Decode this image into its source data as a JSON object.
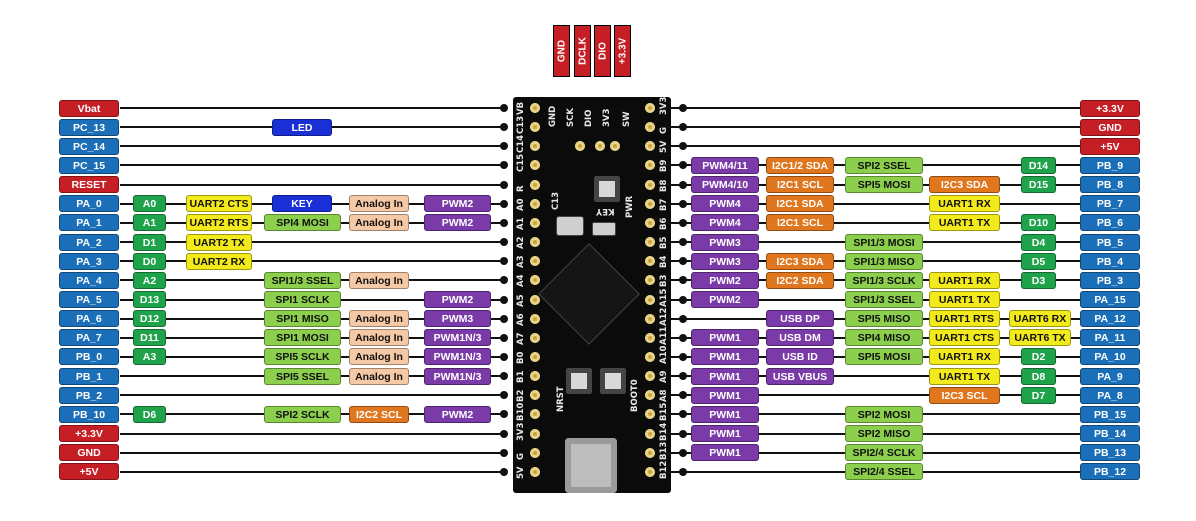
{
  "top_header": [
    "GND",
    "DCLK",
    "DIO",
    "+3.3V"
  ],
  "left_rows": [
    {
      "pin": "Vbat",
      "pin_color": "red",
      "labels": []
    },
    {
      "pin": "PC_13",
      "pin_color": "blue",
      "labels": [
        {
          "text": "LED",
          "color": "navy",
          "col": 3
        }
      ]
    },
    {
      "pin": "PC_14",
      "pin_color": "blue",
      "labels": []
    },
    {
      "pin": "PC_15",
      "pin_color": "blue",
      "labels": []
    },
    {
      "pin": "RESET",
      "pin_color": "red",
      "labels": []
    },
    {
      "pin": "PA_0",
      "pin_color": "blue",
      "labels": [
        {
          "text": "A0",
          "color": "green",
          "col": 1
        },
        {
          "text": "UART2 CTS",
          "color": "yellow",
          "col": 2
        },
        {
          "text": "KEY",
          "color": "navy",
          "col": 3
        },
        {
          "text": "Analog In",
          "color": "peach",
          "col": 4
        },
        {
          "text": "PWM2",
          "color": "purple",
          "col": 5
        }
      ]
    },
    {
      "pin": "PA_1",
      "pin_color": "blue",
      "labels": [
        {
          "text": "A1",
          "color": "green",
          "col": 1
        },
        {
          "text": "UART2 RTS",
          "color": "yellow",
          "col": 2
        },
        {
          "text": "SPI4 MOSI",
          "color": "lime",
          "col": 3
        },
        {
          "text": "Analog In",
          "color": "peach",
          "col": 4
        },
        {
          "text": "PWM2",
          "color": "purple",
          "col": 5
        }
      ]
    },
    {
      "pin": "PA_2",
      "pin_color": "blue",
      "labels": [
        {
          "text": "D1",
          "color": "green",
          "col": 1
        },
        {
          "text": "UART2 TX",
          "color": "yellow",
          "col": 2
        }
      ]
    },
    {
      "pin": "PA_3",
      "pin_color": "blue",
      "labels": [
        {
          "text": "D0",
          "color": "green",
          "col": 1
        },
        {
          "text": "UART2 RX",
          "color": "yellow",
          "col": 2
        }
      ]
    },
    {
      "pin": "PA_4",
      "pin_color": "blue",
      "labels": [
        {
          "text": "A2",
          "color": "green",
          "col": 1
        },
        {
          "text": "SPI1/3 SSEL",
          "color": "lime",
          "col": 3
        },
        {
          "text": "Analog In",
          "color": "peach",
          "col": 4
        }
      ]
    },
    {
      "pin": "PA_5",
      "pin_color": "blue",
      "labels": [
        {
          "text": "D13",
          "color": "green",
          "col": 1
        },
        {
          "text": "SPI1 SCLK",
          "color": "lime",
          "col": 3
        },
        {
          "text": "PWM2",
          "color": "purple",
          "col": 5
        }
      ]
    },
    {
      "pin": "PA_6",
      "pin_color": "blue",
      "labels": [
        {
          "text": "D12",
          "color": "green",
          "col": 1
        },
        {
          "text": "SPI1 MISO",
          "color": "lime",
          "col": 3
        },
        {
          "text": "Analog In",
          "color": "peach",
          "col": 4
        },
        {
          "text": "PWM3",
          "color": "purple",
          "col": 5
        }
      ]
    },
    {
      "pin": "PA_7",
      "pin_color": "blue",
      "labels": [
        {
          "text": "D11",
          "color": "green",
          "col": 1
        },
        {
          "text": "SPI1 MOSI",
          "color": "lime",
          "col": 3
        },
        {
          "text": "Analog In",
          "color": "peach",
          "col": 4
        },
        {
          "text": "PWM1N/3",
          "color": "purple",
          "col": 5
        }
      ]
    },
    {
      "pin": "PB_0",
      "pin_color": "blue",
      "labels": [
        {
          "text": "A3",
          "color": "green",
          "col": 1
        },
        {
          "text": "SPI5 SCLK",
          "color": "lime",
          "col": 3
        },
        {
          "text": "Analog In",
          "color": "peach",
          "col": 4
        },
        {
          "text": "PWM1N/3",
          "color": "purple",
          "col": 5
        }
      ]
    },
    {
      "pin": "PB_1",
      "pin_color": "blue",
      "labels": [
        {
          "text": "SPI5 SSEL",
          "color": "lime",
          "col": 3
        },
        {
          "text": "Analog In",
          "color": "peach",
          "col": 4
        },
        {
          "text": "PWM1N/3",
          "color": "purple",
          "col": 5
        }
      ]
    },
    {
      "pin": "PB_2",
      "pin_color": "blue",
      "labels": []
    },
    {
      "pin": "PB_10",
      "pin_color": "blue",
      "labels": [
        {
          "text": "D6",
          "color": "green",
          "col": 1
        },
        {
          "text": "SPI2 SCLK",
          "color": "lime",
          "col": 3
        },
        {
          "text": "I2C2 SCL",
          "color": "orange",
          "col": 4
        },
        {
          "text": "PWM2",
          "color": "purple",
          "col": 5
        }
      ]
    },
    {
      "pin": "+3.3V",
      "pin_color": "red",
      "labels": []
    },
    {
      "pin": "GND",
      "pin_color": "red",
      "labels": []
    },
    {
      "pin": "+5V",
      "pin_color": "red",
      "labels": []
    }
  ],
  "right_rows": [
    {
      "pin": "+3.3V",
      "pin_color": "red",
      "labels": []
    },
    {
      "pin": "GND",
      "pin_color": "red",
      "labels": []
    },
    {
      "pin": "+5V",
      "pin_color": "red",
      "labels": []
    },
    {
      "pin": "PB_9",
      "pin_color": "blue",
      "labels": [
        {
          "text": "PWM4/11",
          "color": "purple",
          "col": 1
        },
        {
          "text": "I2C1/2 SDA",
          "color": "orange",
          "col": 2
        },
        {
          "text": "SPI2 SSEL",
          "color": "lime",
          "col": 3
        },
        {
          "text": "D14",
          "color": "green",
          "col": 6
        }
      ]
    },
    {
      "pin": "PB_8",
      "pin_color": "blue",
      "labels": [
        {
          "text": "PWM4/10",
          "color": "purple",
          "col": 1
        },
        {
          "text": "I2C1 SCL",
          "color": "orange",
          "col": 2
        },
        {
          "text": "SPI5 MOSI",
          "color": "lime",
          "col": 3
        },
        {
          "text": "I2C3 SDA",
          "color": "orange",
          "col": 4
        },
        {
          "text": "D15",
          "color": "green",
          "col": 6
        }
      ]
    },
    {
      "pin": "PB_7",
      "pin_color": "blue",
      "labels": [
        {
          "text": "PWM4",
          "color": "purple",
          "col": 1
        },
        {
          "text": "I2C1 SDA",
          "color": "orange",
          "col": 2
        },
        {
          "text": "UART1 RX",
          "color": "yellow",
          "col": 4
        }
      ]
    },
    {
      "pin": "PB_6",
      "pin_color": "blue",
      "labels": [
        {
          "text": "PWM4",
          "color": "purple",
          "col": 1
        },
        {
          "text": "I2C1 SCL",
          "color": "orange",
          "col": 2
        },
        {
          "text": "UART1 TX",
          "color": "yellow",
          "col": 4
        },
        {
          "text": "D10",
          "color": "green",
          "col": 6
        }
      ]
    },
    {
      "pin": "PB_5",
      "pin_color": "blue",
      "labels": [
        {
          "text": "PWM3",
          "color": "purple",
          "col": 1
        },
        {
          "text": "SPI1/3 MOSI",
          "color": "lime",
          "col": 3
        },
        {
          "text": "D4",
          "color": "green",
          "col": 6
        }
      ]
    },
    {
      "pin": "PB_4",
      "pin_color": "blue",
      "labels": [
        {
          "text": "PWM3",
          "color": "purple",
          "col": 1
        },
        {
          "text": "I2C3 SDA",
          "color": "orange",
          "col": 2
        },
        {
          "text": "SPI1/3 MISO",
          "color": "lime",
          "col": 3
        },
        {
          "text": "D5",
          "color": "green",
          "col": 6
        }
      ]
    },
    {
      "pin": "PB_3",
      "pin_color": "blue",
      "labels": [
        {
          "text": "PWM2",
          "color": "purple",
          "col": 1
        },
        {
          "text": "I2C2 SDA",
          "color": "orange",
          "col": 2
        },
        {
          "text": "SPI1/3 SCLK",
          "color": "lime",
          "col": 3
        },
        {
          "text": "UART1 RX",
          "color": "yellow",
          "col": 4
        },
        {
          "text": "D3",
          "color": "green",
          "col": 6
        }
      ]
    },
    {
      "pin": "PA_15",
      "pin_color": "blue",
      "labels": [
        {
          "text": "PWM2",
          "color": "purple",
          "col": 1
        },
        {
          "text": "SPI1/3 SSEL",
          "color": "lime",
          "col": 3
        },
        {
          "text": "UART1 TX",
          "color": "yellow",
          "col": 4
        }
      ]
    },
    {
      "pin": "PA_12",
      "pin_color": "blue",
      "labels": [
        {
          "text": "USB DP",
          "color": "purple",
          "col": 2
        },
        {
          "text": "SPI5 MISO",
          "color": "lime",
          "col": 3
        },
        {
          "text": "UART1 RTS",
          "color": "yellow",
          "col": 4
        },
        {
          "text": "UART6 RX",
          "color": "yellow",
          "col": 5
        }
      ]
    },
    {
      "pin": "PA_11",
      "pin_color": "blue",
      "labels": [
        {
          "text": "PWM1",
          "color": "purple",
          "col": 1
        },
        {
          "text": "USB DM",
          "color": "purple",
          "col": 2
        },
        {
          "text": "SPI4 MISO",
          "color": "lime",
          "col": 3
        },
        {
          "text": "UART1 CTS",
          "color": "yellow",
          "col": 4
        },
        {
          "text": "UART6 TX",
          "color": "yellow",
          "col": 5
        }
      ]
    },
    {
      "pin": "PA_10",
      "pin_color": "blue",
      "labels": [
        {
          "text": "PWM1",
          "color": "purple",
          "col": 1
        },
        {
          "text": "USB ID",
          "color": "purple",
          "col": 2
        },
        {
          "text": "SPI5 MOSI",
          "color": "lime",
          "col": 3
        },
        {
          "text": "UART1 RX",
          "color": "yellow",
          "col": 4
        },
        {
          "text": "D2",
          "color": "green",
          "col": 6
        }
      ]
    },
    {
      "pin": "PA_9",
      "pin_color": "blue",
      "labels": [
        {
          "text": "PWM1",
          "color": "purple",
          "col": 1
        },
        {
          "text": "USB VBUS",
          "color": "purple",
          "col": 2
        },
        {
          "text": "UART1 TX",
          "color": "yellow",
          "col": 4
        },
        {
          "text": "D8",
          "color": "green",
          "col": 6
        }
      ]
    },
    {
      "pin": "PA_8",
      "pin_color": "blue",
      "labels": [
        {
          "text": "PWM1",
          "color": "purple",
          "col": 1
        },
        {
          "text": "I2C3 SCL",
          "color": "orange",
          "col": 4
        },
        {
          "text": "D7",
          "color": "green",
          "col": 6
        }
      ]
    },
    {
      "pin": "PB_15",
      "pin_color": "blue",
      "labels": [
        {
          "text": "PWM1",
          "color": "purple",
          "col": 1
        },
        {
          "text": "SPI2 MOSI",
          "color": "lime",
          "col": 3
        }
      ]
    },
    {
      "pin": "PB_14",
      "pin_color": "blue",
      "labels": [
        {
          "text": "PWM1",
          "color": "purple",
          "col": 1
        },
        {
          "text": "SPI2 MISO",
          "color": "lime",
          "col": 3
        }
      ]
    },
    {
      "pin": "PB_13",
      "pin_color": "blue",
      "labels": [
        {
          "text": "PWM1",
          "color": "purple",
          "col": 1
        },
        {
          "text": "SPI2/4 SCLK",
          "color": "lime",
          "col": 3
        }
      ]
    },
    {
      "pin": "PB_12",
      "pin_color": "blue",
      "labels": [
        {
          "text": "SPI2/4 SSEL",
          "color": "lime",
          "col": 3
        }
      ]
    }
  ],
  "board": {
    "left_silk": [
      "VB",
      "C13",
      "C14",
      "C15",
      "R",
      "A0",
      "A1",
      "A2",
      "A3",
      "A4",
      "A5",
      "A6",
      "A7",
      "B0",
      "B1",
      "B2",
      "B10",
      "3V3",
      "G",
      "5V"
    ],
    "right_silk": [
      "3V3",
      "G",
      "5V",
      "B9",
      "B8",
      "B7",
      "B6",
      "B5",
      "B4",
      "B3",
      "A15",
      "A12",
      "A11",
      "A10",
      "A9",
      "A8",
      "B15",
      "B14",
      "B13",
      "B12"
    ],
    "top_silk": [
      "GND",
      "SCK",
      "DIO",
      "3V3",
      "SW"
    ],
    "button_labels": [
      "KEY",
      "NRST",
      "BOOT0"
    ],
    "other_silk": [
      "C13",
      "PWR"
    ]
  },
  "colors": {
    "red": "#c51f25",
    "blue": "#1b6fb8",
    "navy": "#1a2fd6",
    "green": "#1fa34a",
    "lime": "#8ccf4d",
    "yellow": "#f2ea1a",
    "peach": "#f6c9a6",
    "purple": "#7a3aa8",
    "orange": "#e0761e"
  }
}
